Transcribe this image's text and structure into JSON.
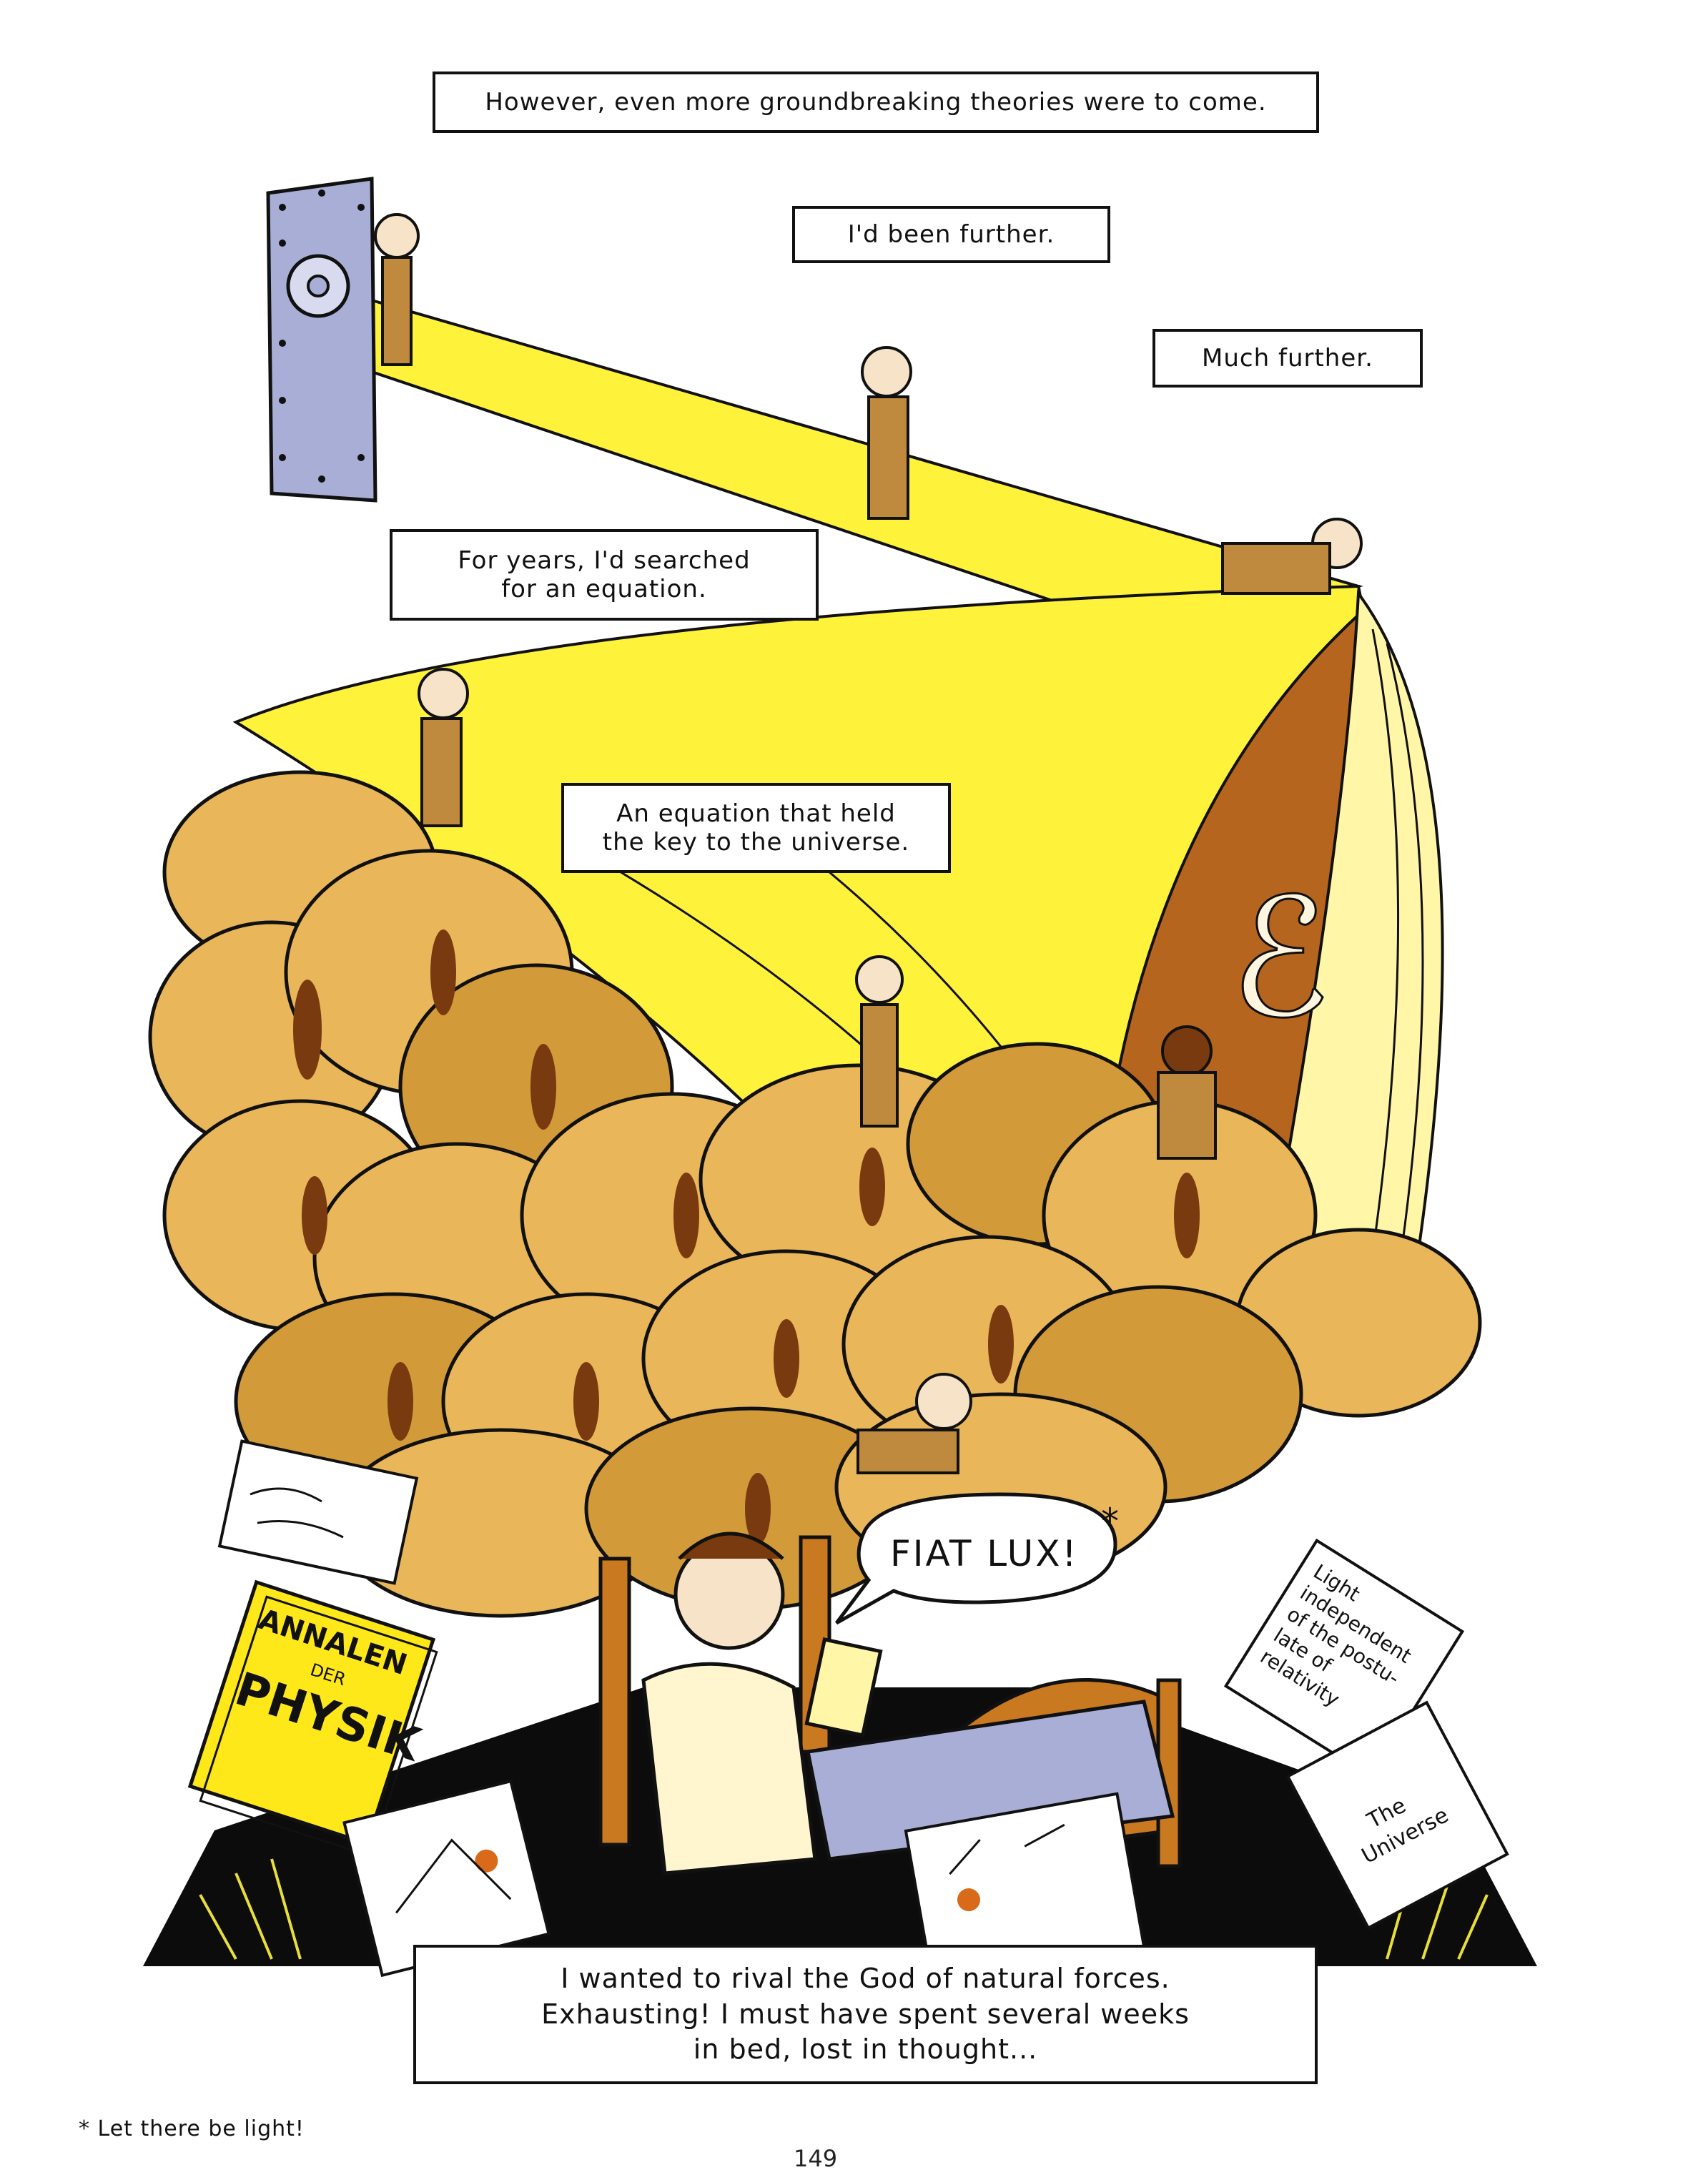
{
  "captions": {
    "c1": "However, even more groundbreaking theories were to come.",
    "c2": "I'd been further.",
    "c3": "Much further.",
    "c4_line1": "For years, I'd searched",
    "c4_line2": "for an equation.",
    "c5_line1": "An equation that held",
    "c5_line2": "the key to the universe.",
    "c6_line1": "I wanted to rival the God of natural forces.",
    "c6_line2": "Exhausting! I must have spent several weeks",
    "c6_line3": "in bed, lost in thought..."
  },
  "speech_bubble": {
    "text": "FIAT LUX!",
    "mark": "*"
  },
  "journal": {
    "line1": "ANNALEN",
    "line2": "DER",
    "line3": "PHYSIK"
  },
  "papers": {
    "light_note": [
      "Light",
      "independent",
      "of the postu-",
      "late of",
      "relativity"
    ],
    "universe_scroll": [
      "The",
      "Universe"
    ]
  },
  "curtain_symbol": "ℰ",
  "footnote": "* Let there be light!",
  "page_number": "149",
  "colors": {
    "brain": "#e9b65a",
    "brain_shadow": "#d39a3a",
    "light_beam": "#fff23a",
    "curtain": "#fff6a8",
    "backdrop": "#b5651d",
    "vault_door": "#a9aed6",
    "floor": "#0c0c0c",
    "journal_cover": "#ffe81a"
  }
}
